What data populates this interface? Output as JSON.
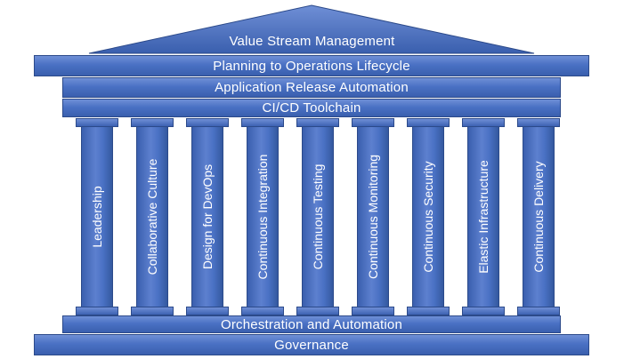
{
  "roof": {
    "label": "Value Stream Management"
  },
  "beams": {
    "planning": "Planning to Operations Lifecycle",
    "release": "Application Release Automation",
    "cicd": "CI/CD Toolchain"
  },
  "pillars": [
    "Leadership",
    "Collaborative Culture",
    "Design for DevOps",
    "Continuous Integration",
    "Continuous Testing",
    "Continuous Monitoring",
    "Continuous Security",
    "Elastic Infrastructure",
    "Continuous Delivery"
  ],
  "foundation": {
    "orchestration": "Orchestration and Automation",
    "governance": "Governance"
  },
  "colors": {
    "primary": "#4a71c4",
    "border": "#2c4a8a",
    "text": "#ffffff"
  }
}
